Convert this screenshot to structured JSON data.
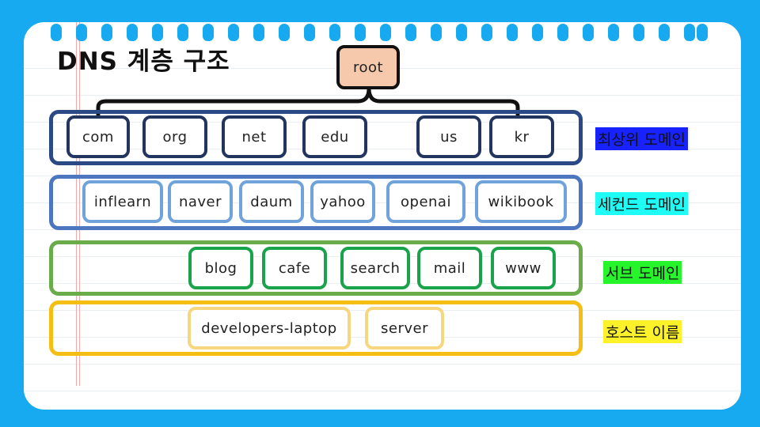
{
  "title": "DNS 계층 구조",
  "root": "root",
  "levels": {
    "tld": {
      "label": "최상위 도메인",
      "nodes": [
        "com",
        "org",
        "net",
        "edu",
        "us",
        "kr"
      ]
    },
    "sld": {
      "label": "세컨드 도메인",
      "nodes": [
        "inflearn",
        "naver",
        "daum",
        "yahoo",
        "openai",
        "wikibook"
      ]
    },
    "sub": {
      "label": "서브 도메인",
      "nodes": [
        "blog",
        "cafe",
        "search",
        "mail",
        "www"
      ]
    },
    "host": {
      "label": "호스트 이름",
      "nodes": [
        "developers-laptop",
        "server"
      ]
    }
  },
  "colors": {
    "background": "#17aaf0",
    "root_fill": "#f6c9ad",
    "tld_border": "#2b4a85",
    "sld_border": "#4c76c0",
    "sub_border": "#6aac4a",
    "host_border": "#f5be14",
    "tld_highlight": "#1822ff",
    "sld_highlight": "#1ffcf6",
    "sub_highlight": "#27f52c",
    "host_highlight": "#fdf22a"
  }
}
